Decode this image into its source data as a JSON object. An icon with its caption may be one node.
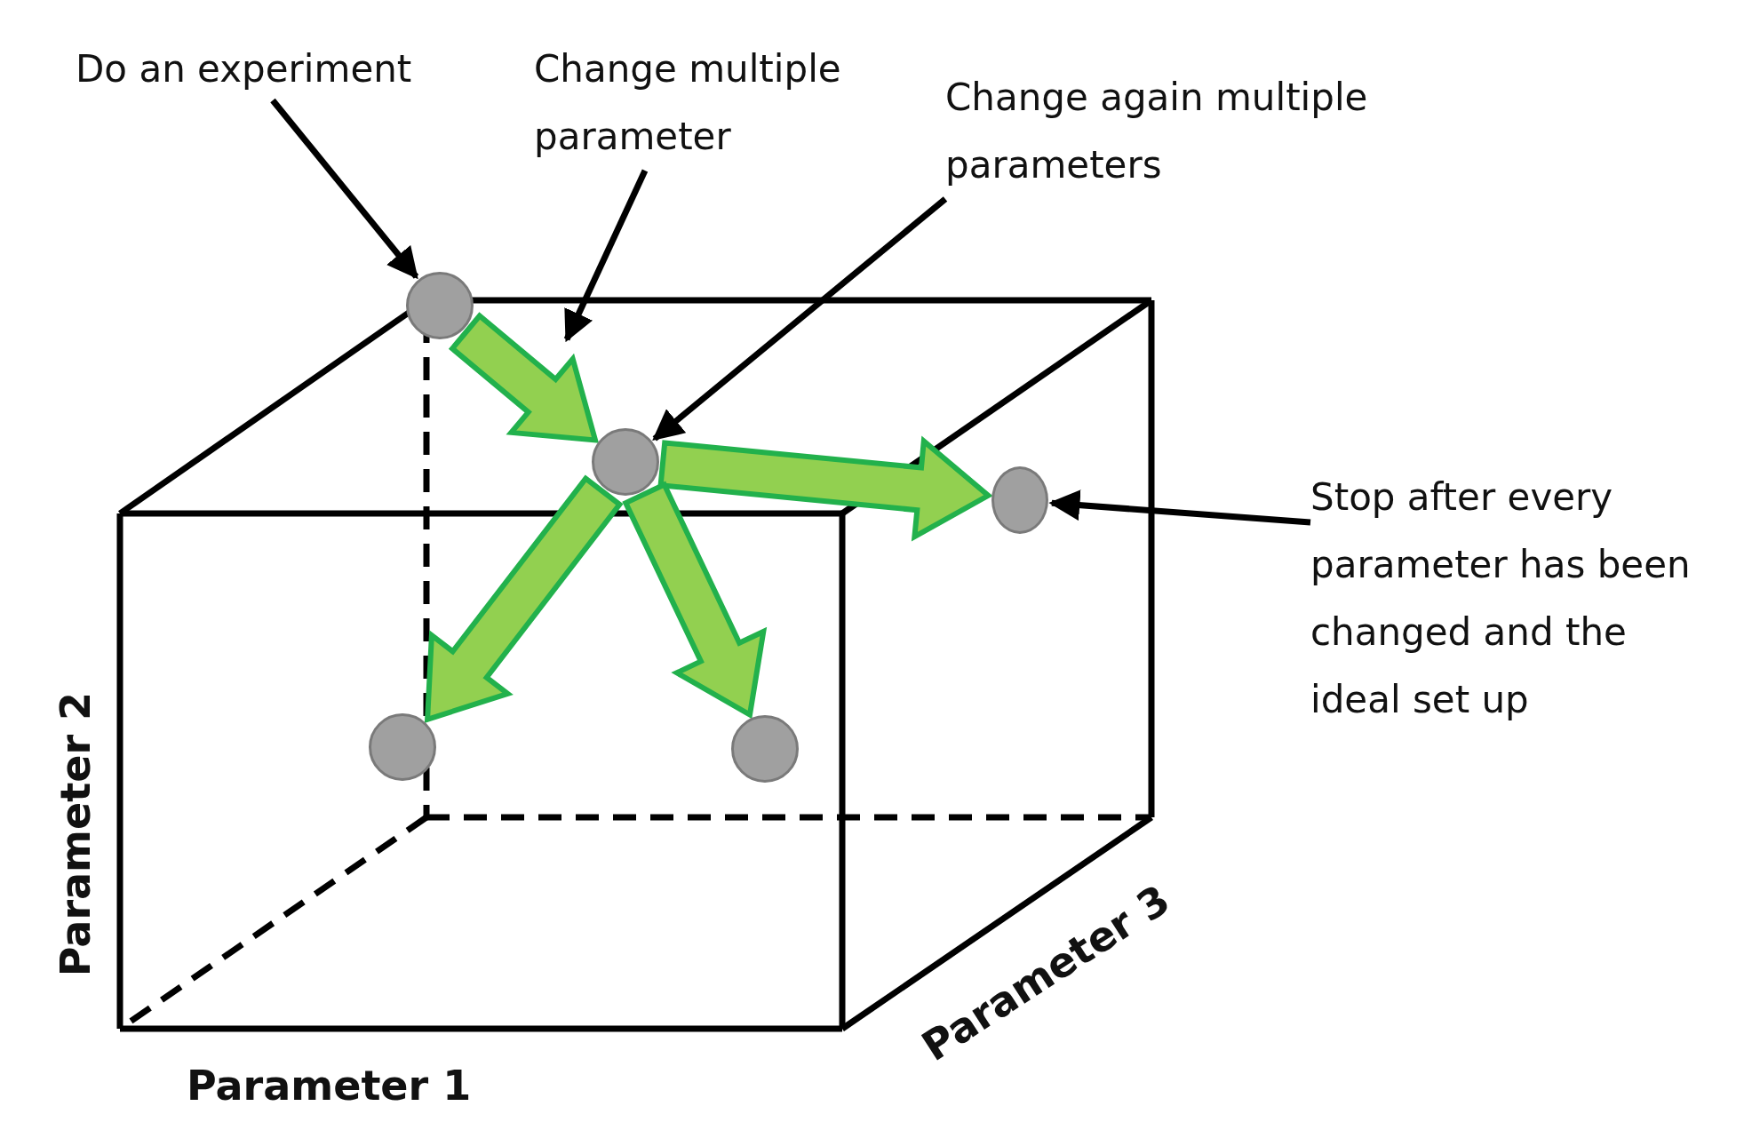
{
  "diagram": {
    "nodes": [
      {
        "text": [
          "Do an experiment"
        ]
      },
      {
        "text": [
          "Change multiple parameter"
        ]
      },
      {
        "text": [
          "Change again multiple parameters"
        ]
      },
      {
        "text": [
          "Stop after every parameter has been changed and the ideal set up"
        ]
      },
      {
        "text": [],
        "shape": "circle"
      },
      {
        "text": [],
        "shape": "circle"
      },
      {
        "text": [],
        "shape": "circle"
      },
      {
        "text": [],
        "shape": "circle"
      },
      {
        "text": [],
        "shape": "circle"
      }
    ],
    "edges": [
      {
        "from": 0,
        "to": 4,
        "arrow": "to"
      },
      {
        "from": 1,
        "to": null,
        "arrow": "to"
      },
      {
        "from": 2,
        "to": 5,
        "arrow": "to"
      },
      {
        "from": 3,
        "to": 6,
        "arrow": "to"
      },
      {
        "from": 4,
        "to": 5,
        "arrow": "to",
        "style": "thick",
        "color": "#92d050"
      },
      {
        "from": 5,
        "to": 6,
        "arrow": "to",
        "style": "thick",
        "color": "#92d050"
      },
      {
        "from": 5,
        "to": 7,
        "arrow": "to",
        "style": "thick",
        "color": "#92d050"
      },
      {
        "from": 5,
        "to": 8,
        "arrow": "to",
        "style": "thick",
        "color": "#92d050"
      }
    ],
    "labels": [
      "Parameter 2",
      "Parameter 3",
      "Parameter 1"
    ]
  }
}
